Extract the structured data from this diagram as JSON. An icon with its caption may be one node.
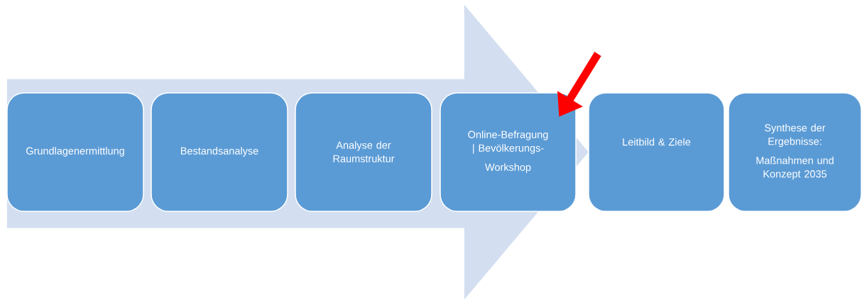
{
  "diagram": {
    "nodes": [
      {
        "text": [
          "Grundlagenermittlung"
        ]
      },
      {
        "text": [
          "Bestandsanalyse"
        ]
      },
      {
        "text": [
          "Analyse der Raumstruktur"
        ]
      },
      {
        "text": [
          "Online-Befragung | Bevölkerungs-",
          "Workshop"
        ]
      },
      {
        "text": [
          "Leitbild & Ziele"
        ]
      },
      {
        "text": [
          "Synthese der Ergebnisse:",
          "Maßnahmen und Konzept 2035"
        ]
      }
    ],
    "edges": [
      {
        "from": null,
        "to": 3,
        "arrow": "to",
        "color": "#ff0000"
      },
      {
        "from": 0,
        "to": 4,
        "arrow": "to",
        "style": "thick",
        "color": "#d3dff0"
      }
    ]
  }
}
